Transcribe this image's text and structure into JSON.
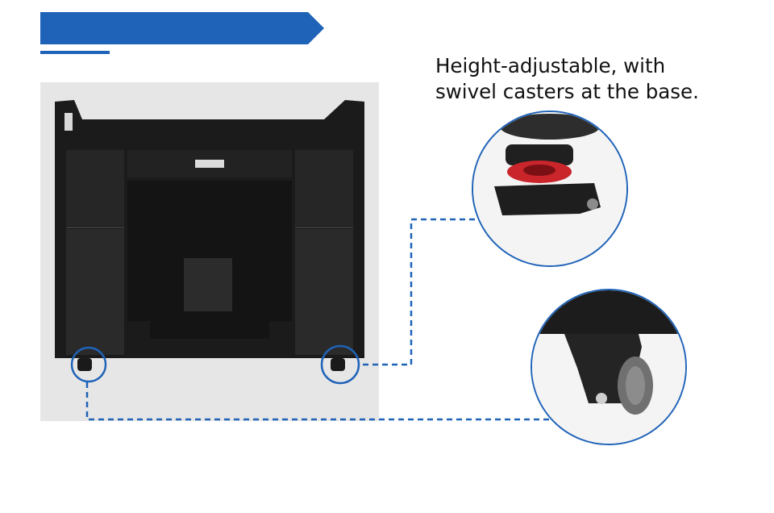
{
  "banner": {
    "color": "#1f63b8"
  },
  "caption": {
    "text": "Height-adjustable, with\nswivel casters at the base."
  },
  "product": {
    "name": "black-cabinet-on-casters"
  },
  "callouts": [
    {
      "name": "caster-leveler-detail"
    },
    {
      "name": "swivel-caster-wheel-detail"
    }
  ],
  "leader_line_color": "#1f63b8"
}
